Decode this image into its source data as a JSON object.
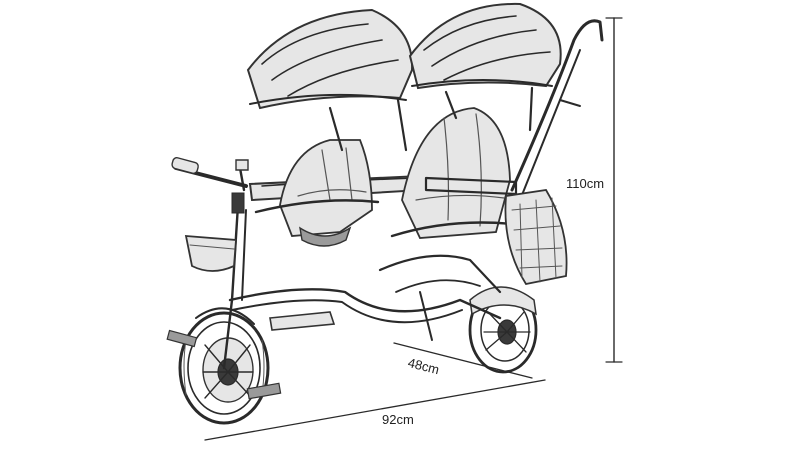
{
  "image": {
    "subject": "twin-seat-tricycle-stroller-sketch",
    "style": "pencil line drawing"
  },
  "dimensions": {
    "height": "110cm",
    "depth": "48cm",
    "width": "92cm"
  }
}
